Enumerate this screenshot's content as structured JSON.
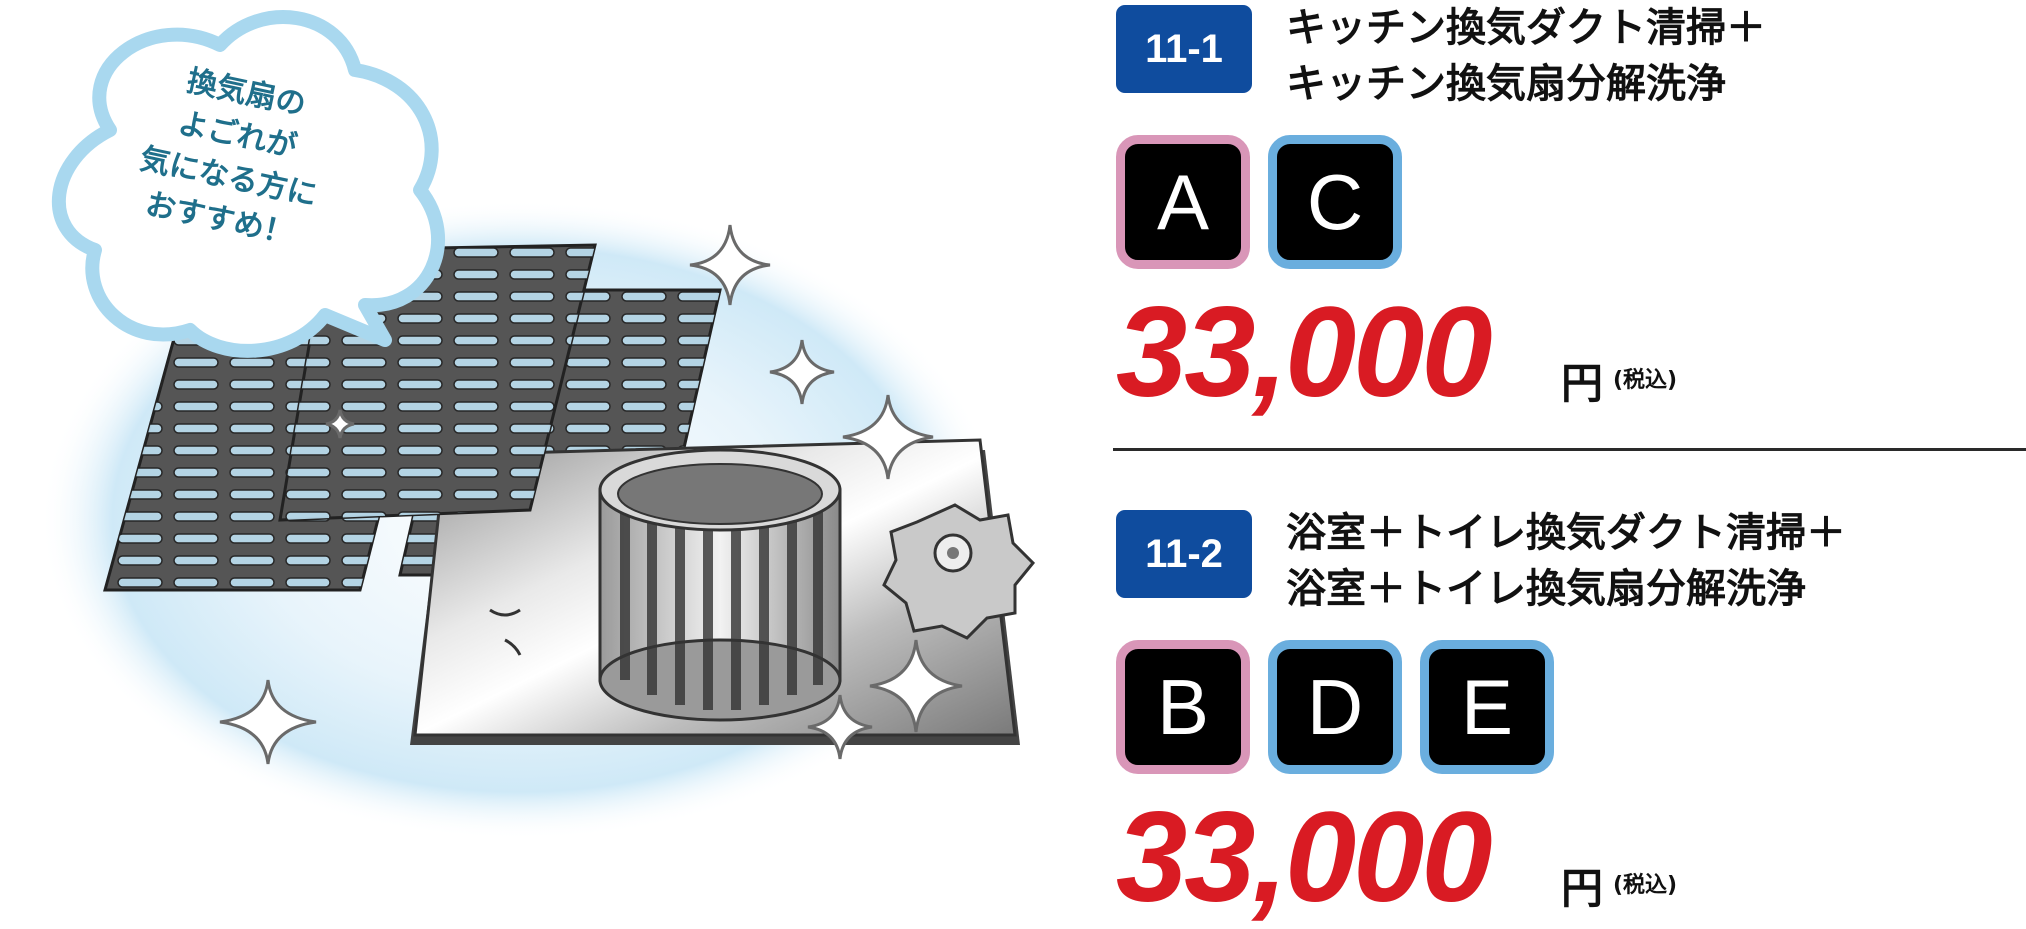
{
  "bubble": {
    "lines": [
      "換気扇の",
      "よごれが",
      "気になる方に",
      "おすすめ！"
    ]
  },
  "plans": [
    {
      "code": "11-1",
      "title_lines": [
        "キッチン換気ダクト清掃＋",
        "キッチン換気扇分解洗浄"
      ],
      "keys": [
        {
          "letter": "A",
          "frame": "pink"
        },
        {
          "letter": "C",
          "frame": "blue"
        }
      ],
      "price": "33,000",
      "yen": "円",
      "tax": "(税込)"
    },
    {
      "code": "11-2",
      "title_lines": [
        "浴室＋トイレ換気ダクト清掃＋",
        "浴室＋トイレ換気扇分解洗浄"
      ],
      "keys": [
        {
          "letter": "B",
          "frame": "pink"
        },
        {
          "letter": "D",
          "frame": "blue"
        },
        {
          "letter": "E",
          "frame": "blue"
        }
      ],
      "price": "33,000",
      "yen": "円",
      "tax": "(税込)"
    }
  ],
  "colors": {
    "badge": "#0f4c9e",
    "price": "#d91b23",
    "frame_pink": "#d996b8",
    "frame_blue": "#6aaede",
    "bubble_text": "#1f6f8b",
    "glow": "#cfe9f7"
  },
  "icons": [
    "fan-filter-icon",
    "fan-cage-icon",
    "knob-icon",
    "sparkle-icon",
    "speech-cloud-icon"
  ]
}
